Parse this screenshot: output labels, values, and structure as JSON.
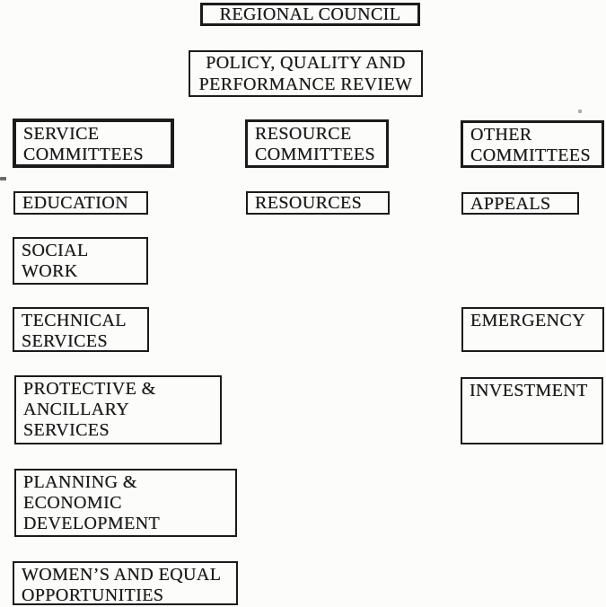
{
  "diagram": {
    "type": "org-chart",
    "root": {
      "label": "REGIONAL COUNCIL"
    },
    "review": {
      "label": "POLICY, QUALITY AND\nPERFORMANCE REVIEW"
    },
    "columns": [
      {
        "header": "SERVICE\nCOMMITTEES",
        "items": [
          "EDUCATION",
          "SOCIAL\nWORK",
          "TECHNICAL\nSERVICES",
          "PROTECTIVE &\nANCILLARY\nSERVICES",
          "PLANNING &\nECONOMIC\nDEVELOPMENT",
          "WOMEN’S AND EQUAL\nOPPORTUNITIES"
        ]
      },
      {
        "header": "RESOURCE\nCOMMITTEES",
        "items": [
          "RESOURCES"
        ]
      },
      {
        "header": "OTHER\nCOMMITTEES",
        "items": [
          "APPEALS",
          "EMERGENCY",
          "INVESTMENT"
        ]
      }
    ],
    "colors": {
      "ink": "#1b1b1b",
      "paper": "#fcfcfb"
    }
  }
}
